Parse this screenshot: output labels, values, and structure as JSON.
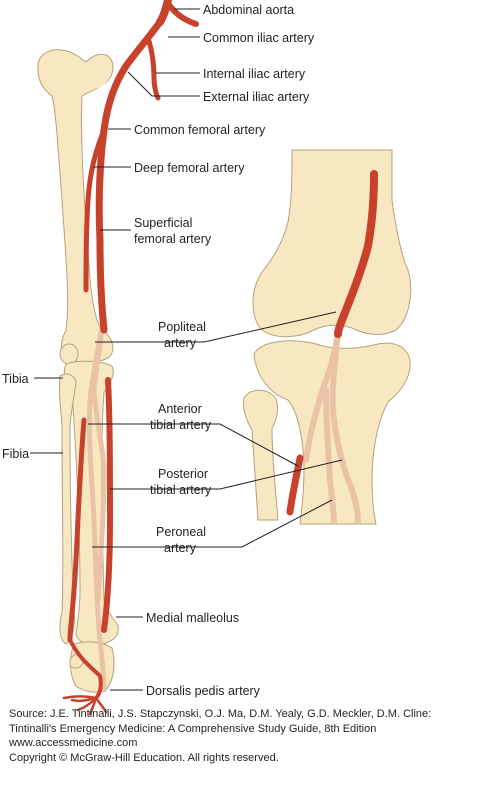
{
  "colors": {
    "bone": "#f8e8c2",
    "bone_outline": "#b5a27a",
    "artery": "#c8412b",
    "artery_faded": "#eac3a6",
    "leader": "#231f20"
  },
  "labels": {
    "abdominal_aorta": "Abdominal aorta",
    "common_iliac": "Common iliac artery",
    "internal_iliac": "Internal iliac artery",
    "external_iliac": "External iliac artery",
    "common_femoral": "Common femoral artery",
    "deep_femoral": "Deep femoral artery",
    "superficial_femoral_1": "Superficial",
    "superficial_femoral_2": "femoral artery",
    "popliteal_1": "Popliteal",
    "popliteal_2": "artery",
    "tibia": "Tibia",
    "fibia": "Fibia",
    "anterior_tibial_1": "Anterior",
    "anterior_tibial_2": "tibial artery",
    "posterior_tibial_1": "Posterior",
    "posterior_tibial_2": "tibial artery",
    "peroneal_1": "Peroneal",
    "peroneal_2": "artery",
    "medial_malleolus": "Medial malleolus",
    "dorsalis_pedis": "Dorsalis pedis artery"
  },
  "source": {
    "line1": "Source: J.E. Tintinalli, J.S. Stapczynski, O.J. Ma, D.M. Yealy, G.D. Meckler, D.M. Cline:",
    "line2": "Tintinalli's Emergency Medicine: A Comprehensive Study Guide, 8th Edition",
    "line3": "www.accessmedicine.com",
    "line4": "Copyright © McGraw-Hill Education.  All rights reserved."
  }
}
